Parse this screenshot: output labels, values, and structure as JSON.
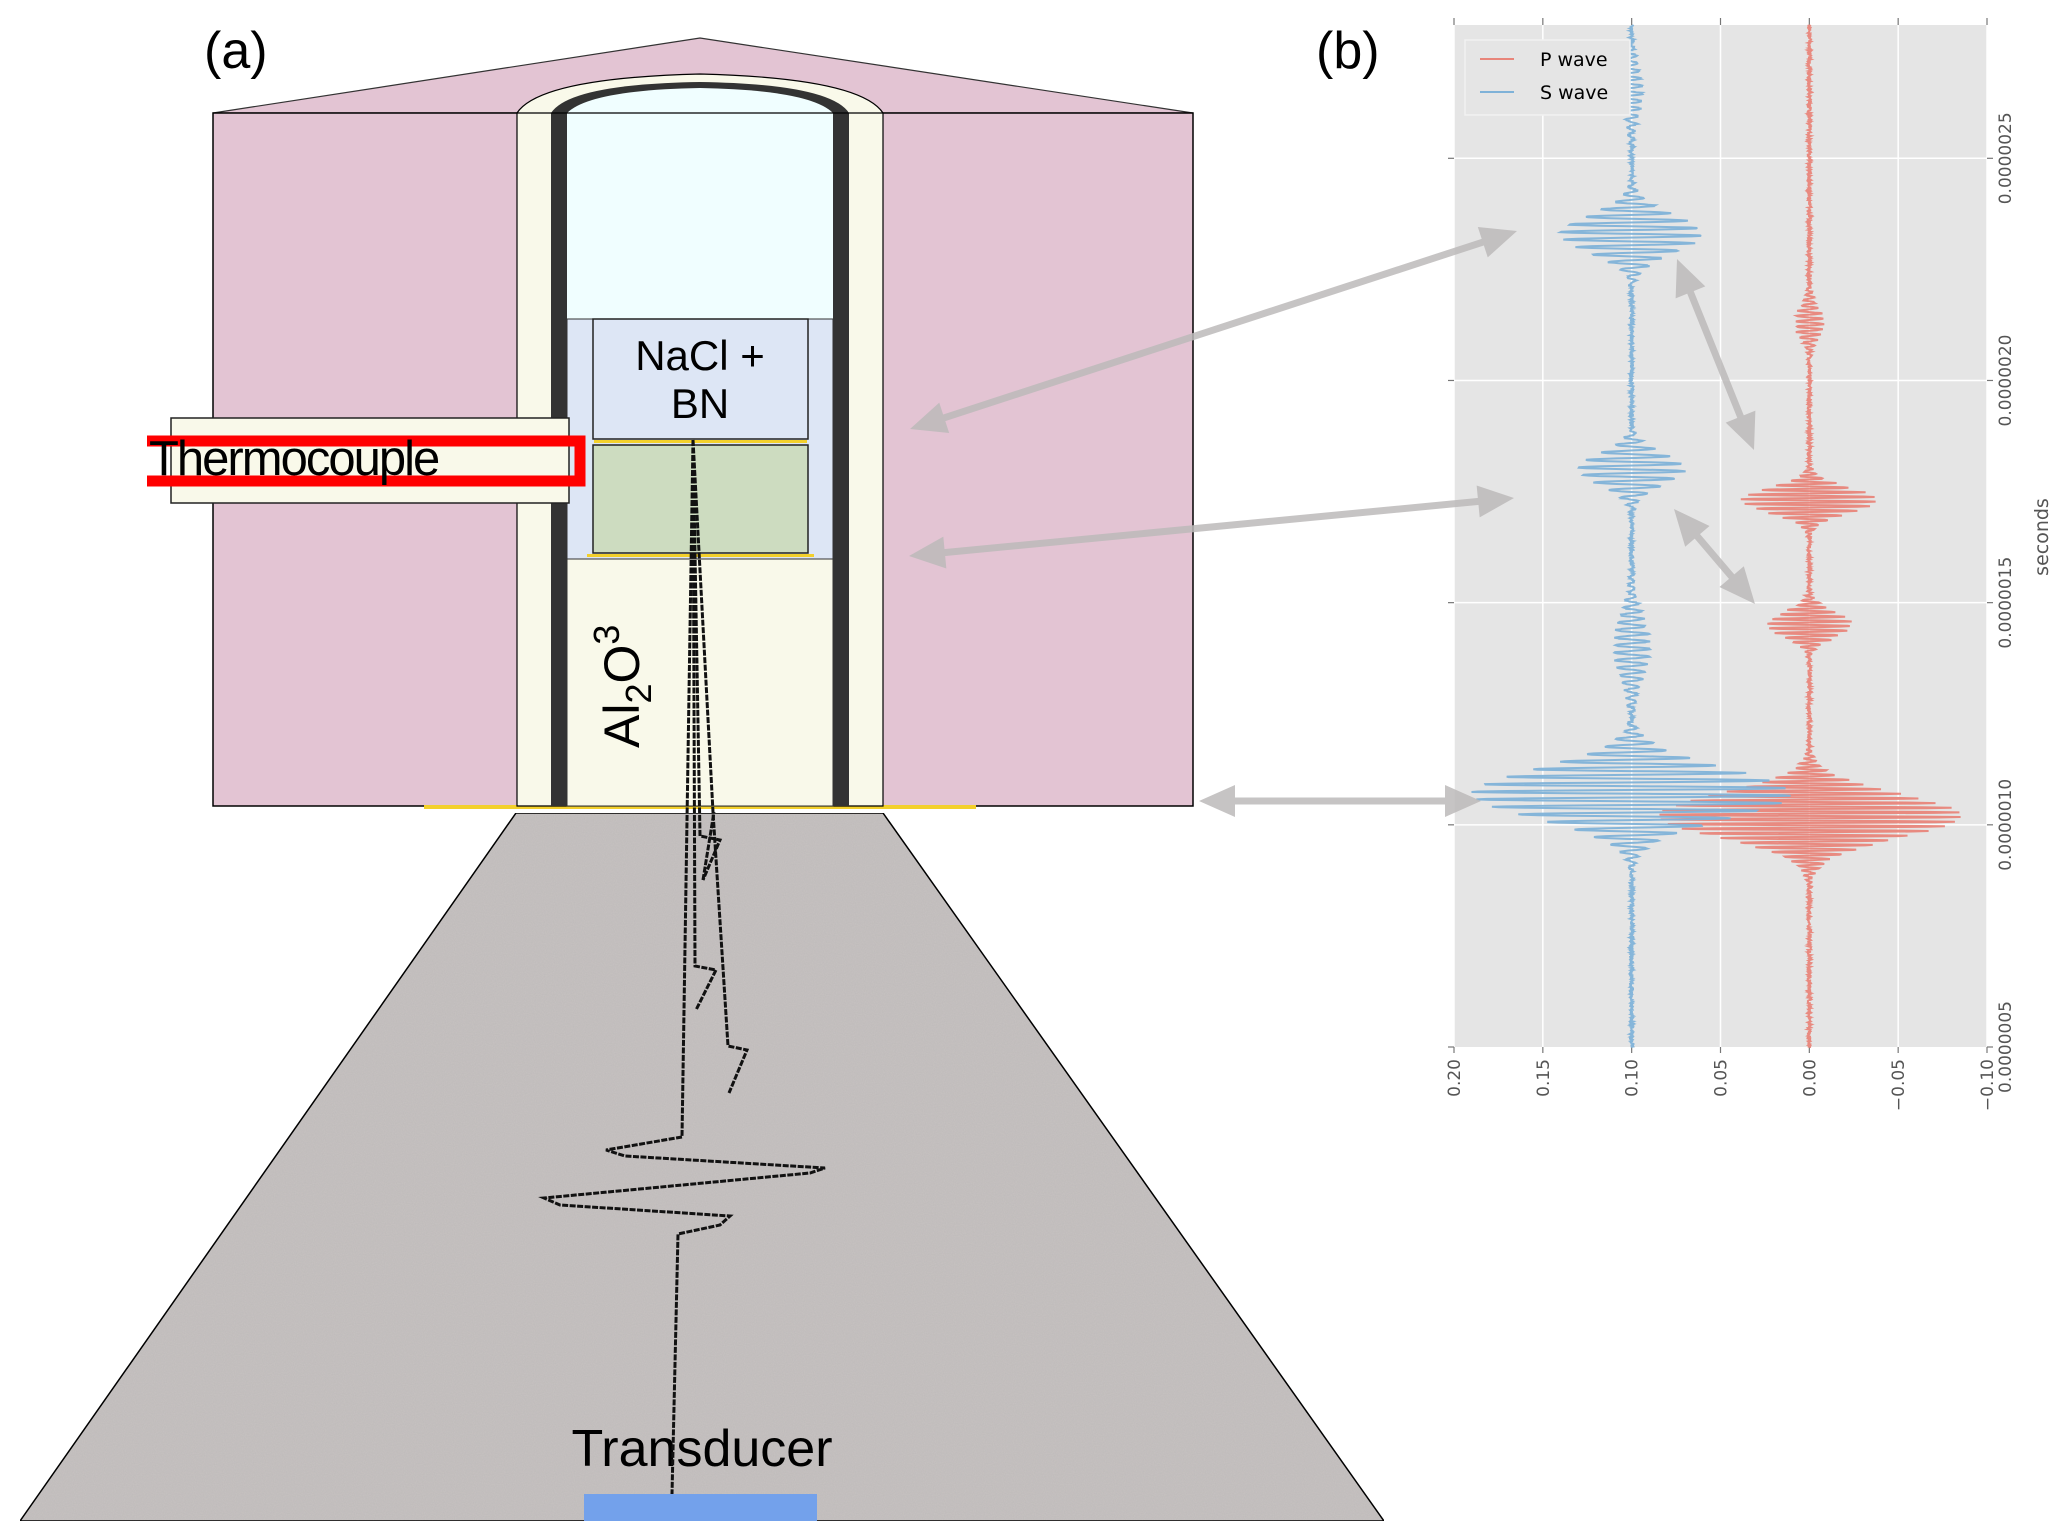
{
  "panels": {
    "a": {
      "label": "(a)"
    },
    "b": {
      "label": "(b)"
    }
  },
  "diagram": {
    "sample_label_line1": "NaCl +",
    "sample_label_line2": "BN",
    "thermocouple_label": "Thermocouple",
    "alumina_label": {
      "main": "Al",
      "sub1": "2",
      "mid": "O",
      "sub2": "3"
    },
    "transducer_label": "Transducer",
    "colors": {
      "pressure_medium": "#e3c4d3",
      "sleeve": "#f9f9ea",
      "capsule_wall": "#333333",
      "capsule_interior": "#f0feff",
      "sample_region": "#dde6f5",
      "sample": "#cddcc0",
      "thermocouple_wire": "#ff0000",
      "gold_foil": "#f3d02c",
      "anvil": "#c7c3c2",
      "transducer": "#73a1eb",
      "arrow": "#bdbaba"
    }
  },
  "chart_data": {
    "type": "line",
    "title": "",
    "orientation": "rotated-90 (time on vertical axis, amplitude on horizontal axis, amplitude axis inverted)",
    "xlabel": "",
    "ylabel": "seconds",
    "xlim": [
      0.2,
      -0.1
    ],
    "ylim": [
      5e-07,
      2.8e-06
    ],
    "xticks": [
      "0.20",
      "0.15",
      "0.10",
      "0.05",
      "0.00",
      "−0.05",
      "−0.10"
    ],
    "xtick_values": [
      0.2,
      0.15,
      0.1,
      0.05,
      0.0,
      -0.05,
      -0.1
    ],
    "yticks": [
      "0.0000005",
      "0.0000010",
      "0.0000015",
      "0.0000020",
      "0.0000025"
    ],
    "ytick_values": [
      5e-07,
      1e-06,
      1.5e-06,
      2e-06,
      2.5e-06
    ],
    "grid": true,
    "legend": {
      "position": "top-left",
      "entries": [
        "P wave",
        "S wave"
      ]
    },
    "series": [
      {
        "name": "P wave",
        "color": "#e8857a",
        "baseline": 0.0,
        "noise": 0.002,
        "packets": [
          {
            "center": 1.02e-06,
            "amplitude": 0.085,
            "width": 7e-08,
            "period": 1.05e-08
          },
          {
            "center": 1.45e-06,
            "amplitude": 0.024,
            "width": 4e-08,
            "period": 1.05e-08
          },
          {
            "center": 1.73e-06,
            "amplitude": 0.038,
            "width": 4e-08,
            "period": 1.05e-08
          },
          {
            "center": 2.13e-06,
            "amplitude": 0.008,
            "width": 5e-08,
            "period": 1.2e-08
          }
        ]
      },
      {
        "name": "S wave",
        "color": "#7fb2d8",
        "baseline": 0.1,
        "noise": 0.002,
        "packets": [
          {
            "center": 1.07e-06,
            "amplitude": 0.09,
            "width": 8e-08,
            "period": 1.7e-08
          },
          {
            "center": 1.4e-06,
            "amplitude": 0.01,
            "width": 1e-07,
            "period": 1.7e-08
          },
          {
            "center": 1.8e-06,
            "amplitude": 0.03,
            "width": 5e-08,
            "period": 1.7e-08
          },
          {
            "center": 2.33e-06,
            "amplitude": 0.04,
            "width": 6e-08,
            "period": 1.7e-08
          },
          {
            "center": 2.65e-06,
            "amplitude": 0.006,
            "width": 8e-08,
            "period": 1.7e-08
          }
        ]
      }
    ]
  }
}
